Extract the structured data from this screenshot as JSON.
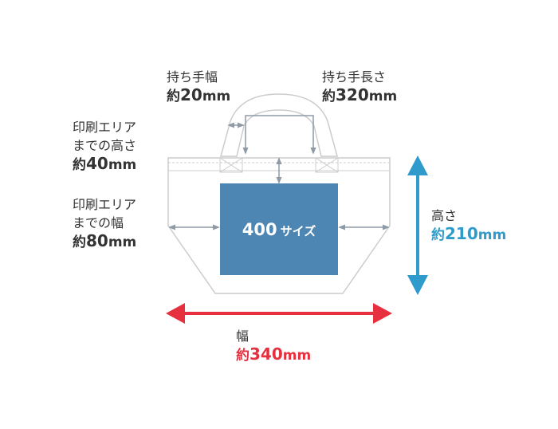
{
  "colors": {
    "bag_outline": "#cccccc",
    "print_area": "#4e86b3",
    "guide_arrow": "#8e9aa6",
    "width_arrow": "#e63040",
    "height_arrow": "#2e9bcc",
    "label_text": "#333333"
  },
  "print_area": {
    "size": "400",
    "suffix": "サイズ"
  },
  "labels": {
    "handle_width": {
      "title": "持ち手幅",
      "prefix": "約",
      "number": "20",
      "unit": "mm"
    },
    "handle_length": {
      "title": "持ち手長さ",
      "prefix": "約",
      "number": "320",
      "unit": "mm"
    },
    "print_top": {
      "title_line1": "印刷エリア",
      "title_line2": "までの高さ",
      "prefix": "約",
      "number": "40",
      "unit": "mm"
    },
    "print_side": {
      "title_line1": "印刷エリア",
      "title_line2": "までの幅",
      "prefix": "約",
      "number": "80",
      "unit": "mm"
    },
    "height": {
      "title": "高さ",
      "prefix": "約",
      "number": "210",
      "unit": "mm"
    },
    "width": {
      "title": "幅",
      "prefix": "約",
      "number": "340",
      "unit": "mm"
    }
  }
}
